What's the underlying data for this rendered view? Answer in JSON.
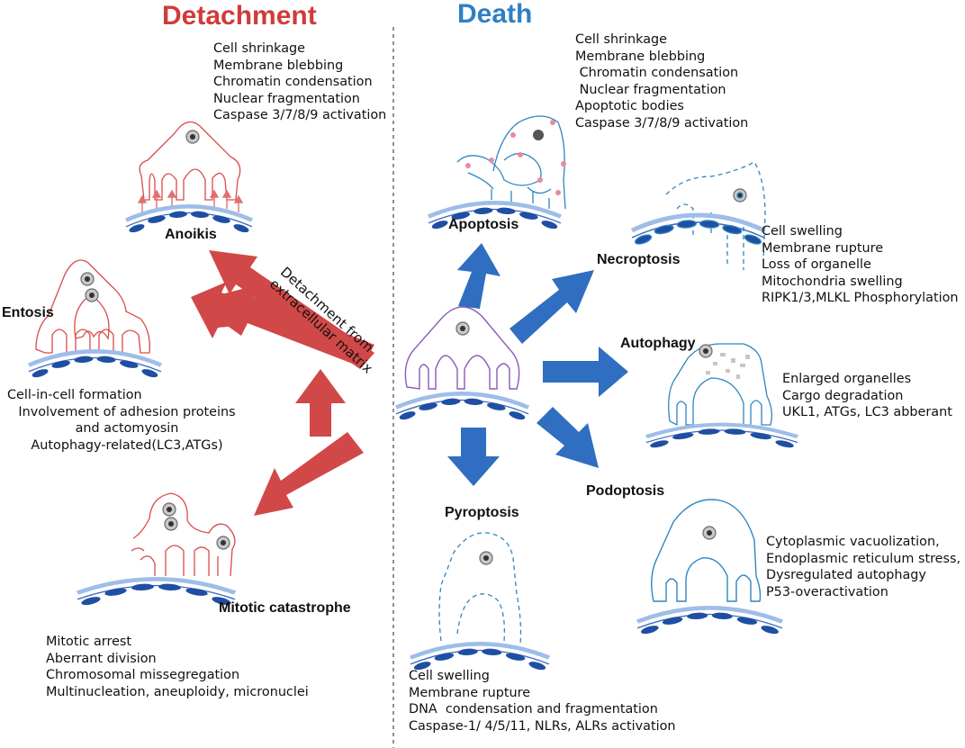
{
  "headings": {
    "detachment": "Detachment",
    "death": "Death"
  },
  "colors": {
    "detachment": "#d03b3b",
    "death": "#2f7fc5",
    "red_cell": "#d94a4a",
    "blue_cell": "#2e86c1",
    "purple_cell": "#8a5bb5",
    "arrow_red": "#d14848",
    "arrow_blue": "#2f6ec0",
    "membrane": "#9ebde8",
    "substrate": "#1f4fa3"
  },
  "detachment_arrow_label": [
    "Detachment from",
    "extracellular matrix"
  ],
  "processes": {
    "anoikis": {
      "label": "Anoikis",
      "features": [
        "Cell shrinkage",
        "Membrane blebbing",
        "Chromatin condensation",
        "Nuclear fragmentation",
        "Caspase 3/7/8/9 activation"
      ]
    },
    "entosis": {
      "label": "Entosis",
      "features": [
        "Cell-in-cell formation",
        "Involvement of adhesion proteins",
        "and actomyosin",
        "Autophagy-related(LC3,ATGs)"
      ]
    },
    "mitotic_catastrophe": {
      "label": "Mitotic catastrophe",
      "features": [
        "Mitotic arrest",
        "Aberrant division",
        "Chromosomal missegregation",
        "Multinucleation, aneuploidy, micronuclei"
      ]
    },
    "apoptosis": {
      "label": "Apoptosis",
      "features": [
        "Cell shrinkage",
        "Membrane blebbing",
        " Chromatin condensation",
        " Nuclear fragmentation",
        "Apoptotic bodies",
        "Caspase 3/7/8/9 activation"
      ]
    },
    "necroptosis": {
      "label": "Necroptosis",
      "features": [
        "Cell swelling",
        "Membrane rupture",
        "Loss of organelle",
        "Mitochondria swelling",
        "RIPK1/3,MLKL Phosphorylation"
      ]
    },
    "autophagy": {
      "label": "Autophagy",
      "features": [
        "Enlarged organelles",
        "Cargo degradation",
        "UKL1, ATGs, LC3 abberant"
      ]
    },
    "podoptosis": {
      "label": "Podoptosis",
      "features": [
        "Cytoplasmic vacuolization,",
        "Endoplasmic reticulum stress,",
        "Dysregulated autophagy",
        "P53-overactivation"
      ]
    },
    "pyroptosis": {
      "label": "Pyroptosis",
      "features": [
        "Cell swelling",
        "Membrane rupture",
        "DNA  condensation and fragmentation",
        "Caspase-1/ 4/5/11, NLRs, ALRs activation"
      ]
    }
  }
}
